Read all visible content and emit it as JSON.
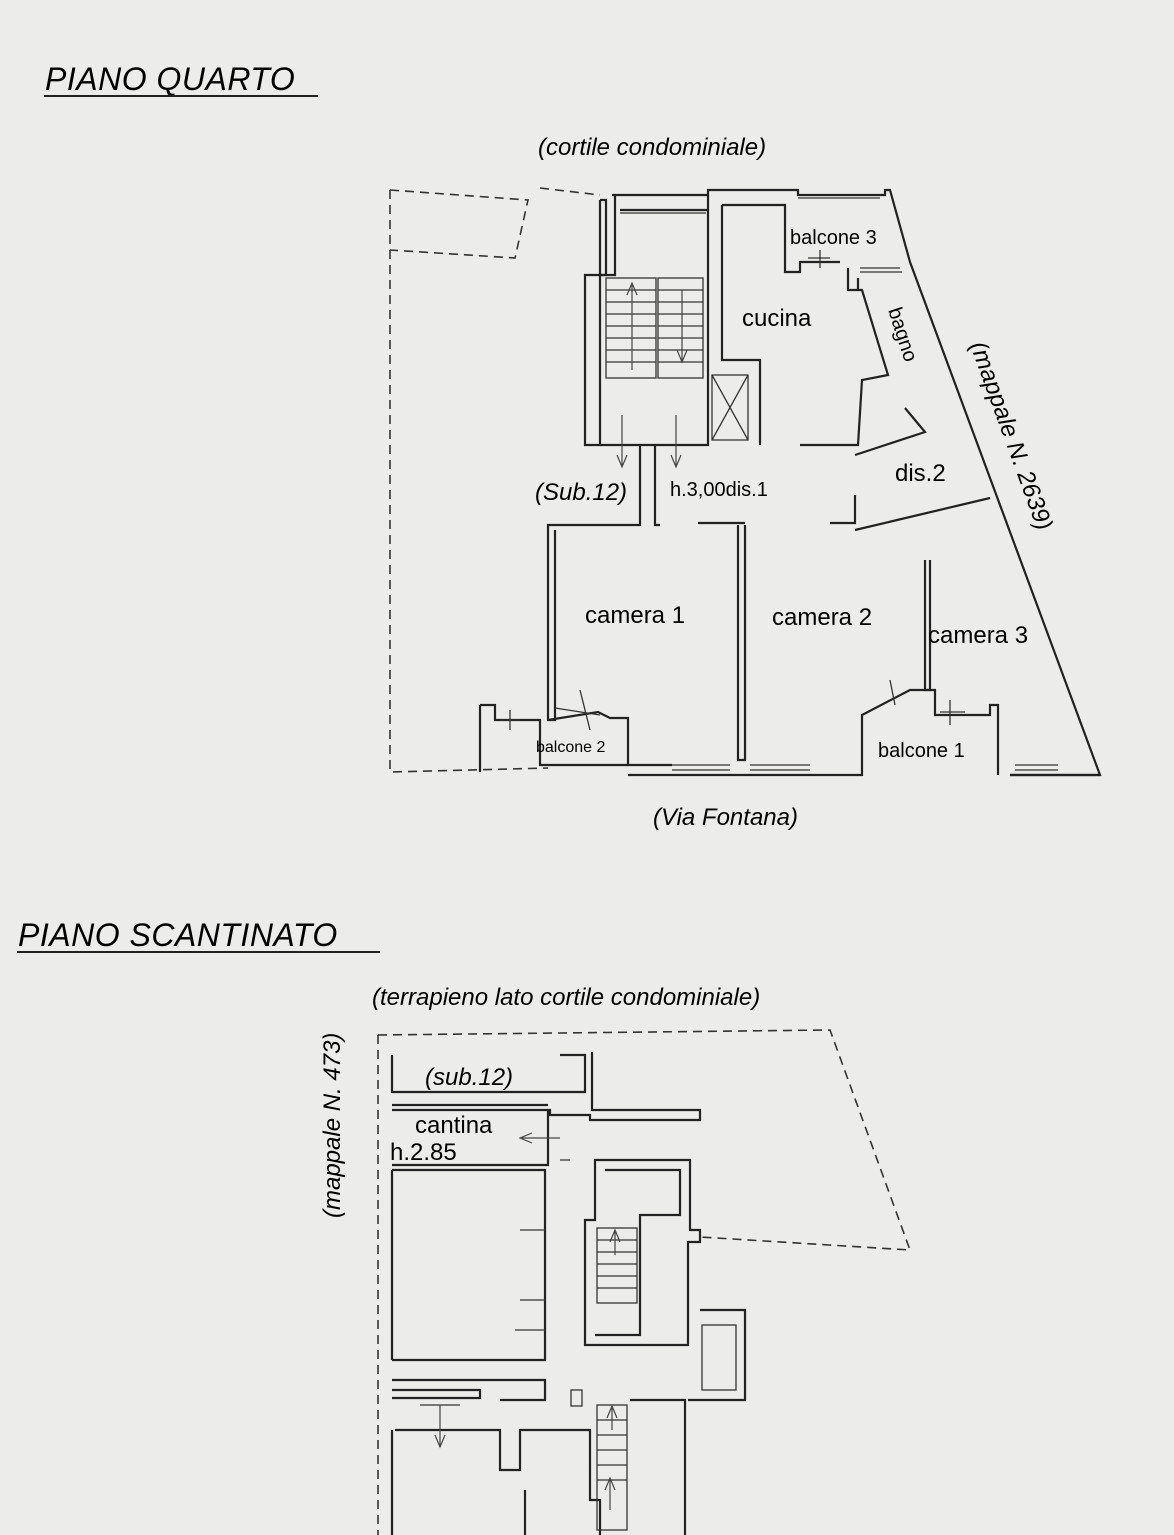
{
  "floors": {
    "fourth": {
      "title": "PIANO QUARTO",
      "north_label": "(cortile condominiale)",
      "south_label": "(Via Fontana)",
      "east_label": "(mappale N. 2639)",
      "rooms": {
        "balcone3": "balcone 3",
        "cucina": "cucina",
        "bagno": "bagno",
        "sub12": "(Sub.12)",
        "height_dis1": "h.3,00dis.1",
        "dis2": "dis.2",
        "camera1": "camera 1",
        "camera2": "camera 2",
        "camera3": "camera 3",
        "balcone2": "balcone 2",
        "balcone1": "balcone 1"
      }
    },
    "basement": {
      "title": "PIANO SCANTINATO",
      "north_label": "(terrapieno lato cortile condominiale)",
      "west_label": "(mappale N. 473)",
      "rooms": {
        "sub12": "(sub.12)",
        "cantina": "cantina",
        "height": "h.2.85"
      }
    }
  }
}
